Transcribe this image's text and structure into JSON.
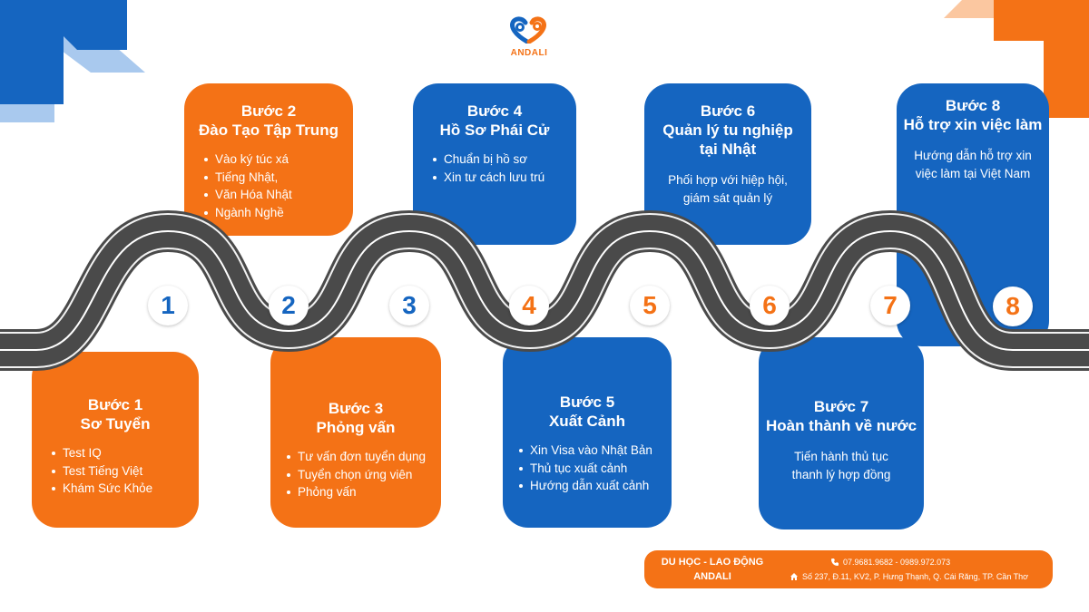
{
  "brand": {
    "name": "ANDALI",
    "colors": {
      "orange": "#f47216",
      "blue": "#1565c0",
      "road": "#4a4a4a",
      "lane": "#ffffff"
    }
  },
  "steps": [
    {
      "number": "1",
      "title_line1": "Bước 1",
      "title_line2": "Sơ Tuyển",
      "color": "orange",
      "items": [
        "Test IQ",
        "Test Tiếng Việt",
        "Khám Sức Khỏe"
      ]
    },
    {
      "number": "2",
      "title_line1": "Bước 2",
      "title_line2": "Đào Tạo Tập Trung",
      "color": "orange",
      "items": [
        "Vào ký túc xá",
        "Tiếng Nhật,",
        "Văn Hóa Nhật",
        "Ngành Nghề"
      ]
    },
    {
      "number": "3",
      "title_line1": "Bước 3",
      "title_line2": "Phỏng vấn",
      "color": "orange",
      "items": [
        "Tư vấn đơn tuyển dụng",
        "Tuyển chọn ứng viên",
        "Phỏng vấn"
      ]
    },
    {
      "number": "4",
      "title_line1": "Bước 4",
      "title_line2": "Hồ Sơ Phái Cử",
      "color": "blue",
      "items": [
        "Chuẩn bị hồ sơ",
        "Xin tư cách lưu trú"
      ]
    },
    {
      "number": "5",
      "title_line1": "Bước 5",
      "title_line2": "Xuất Cảnh",
      "color": "blue",
      "items": [
        "Xin Visa vào Nhật Bản",
        "Thủ tục xuất cảnh",
        "Hướng dẫn xuất cảnh"
      ]
    },
    {
      "number": "6",
      "title_line1": "Bước 6",
      "title_line2": "Quản lý tu nghiệp",
      "title_line3": "tại Nhật",
      "color": "blue",
      "desc_line1": "Phối hợp với hiệp hội,",
      "desc_line2": "giám sát quản lý"
    },
    {
      "number": "7",
      "title_line1": "Bước 7",
      "title_line2": "Hoàn thành về nước",
      "color": "blue",
      "desc_line1": "Tiến hành thủ tục",
      "desc_line2": "thanh lý hợp đồng"
    },
    {
      "number": "8",
      "title_line1": "Bước 8",
      "title_line2": "Hỗ trợ xin việc làm",
      "color": "blue",
      "desc_line1": "Hướng dẫn hỗ trợ xin",
      "desc_line2": "việc làm tại Việt Nam"
    }
  ],
  "footer": {
    "line1": "DU HỌC - LAO ĐỘNG",
    "line2": "ANDALI",
    "phone": "07.9681.9682 - 0989.972.073",
    "address": "Số 237, Đ.11, KV2, P. Hưng Thạnh, Q. Cái Răng, TP. Cần Thơ"
  }
}
